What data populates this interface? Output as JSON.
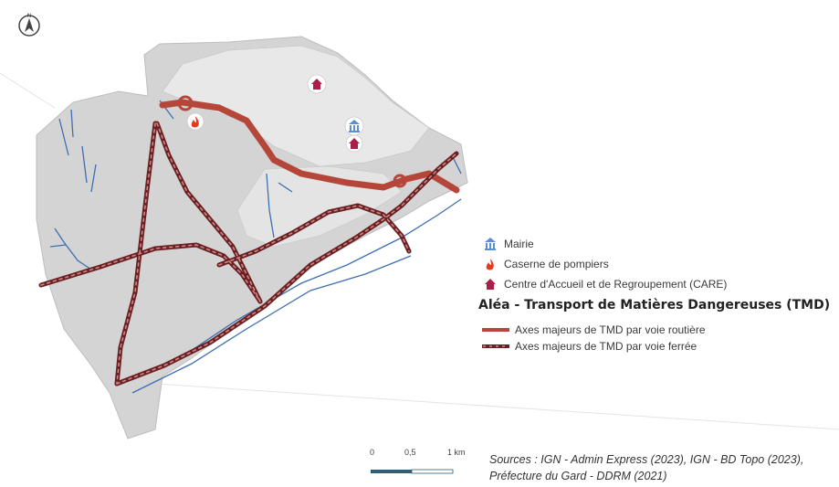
{
  "legend": {
    "points": [
      {
        "label": "Mairie",
        "icon": "town-hall-icon",
        "color": "#5b8fd6"
      },
      {
        "label": "Caserne de pompiers",
        "icon": "fire-icon",
        "color": "#e63a1e"
      },
      {
        "label": "Centre d'Accueil et de Regroupement (CARE)",
        "icon": "house-icon",
        "color": "#a8204a"
      }
    ],
    "title": "Aléa - Transport de Matières Dangereuses (TMD)",
    "lines": [
      {
        "label": "Axes majeurs de TMD par voie routière",
        "style": "road",
        "color": "#b5473a"
      },
      {
        "label": "Axes majeurs de TMD par voie ferrée",
        "style": "rail",
        "color": "#6b1f22"
      }
    ]
  },
  "scale": {
    "labels": [
      "0",
      "0,5",
      "1 km"
    ]
  },
  "sources": "Sources : IGN - Admin Express (2023), IGN - BD Topo (2023), Préfecture du Gard - DDRM (2021)",
  "north": {
    "label": "N",
    "icon": "north-arrow-icon"
  },
  "colors": {
    "territory": "#d6d6d6",
    "urban": "#e9e9e9",
    "water": "#3f6fb0",
    "road": "#b5473a",
    "rail": "#6b1f22"
  }
}
